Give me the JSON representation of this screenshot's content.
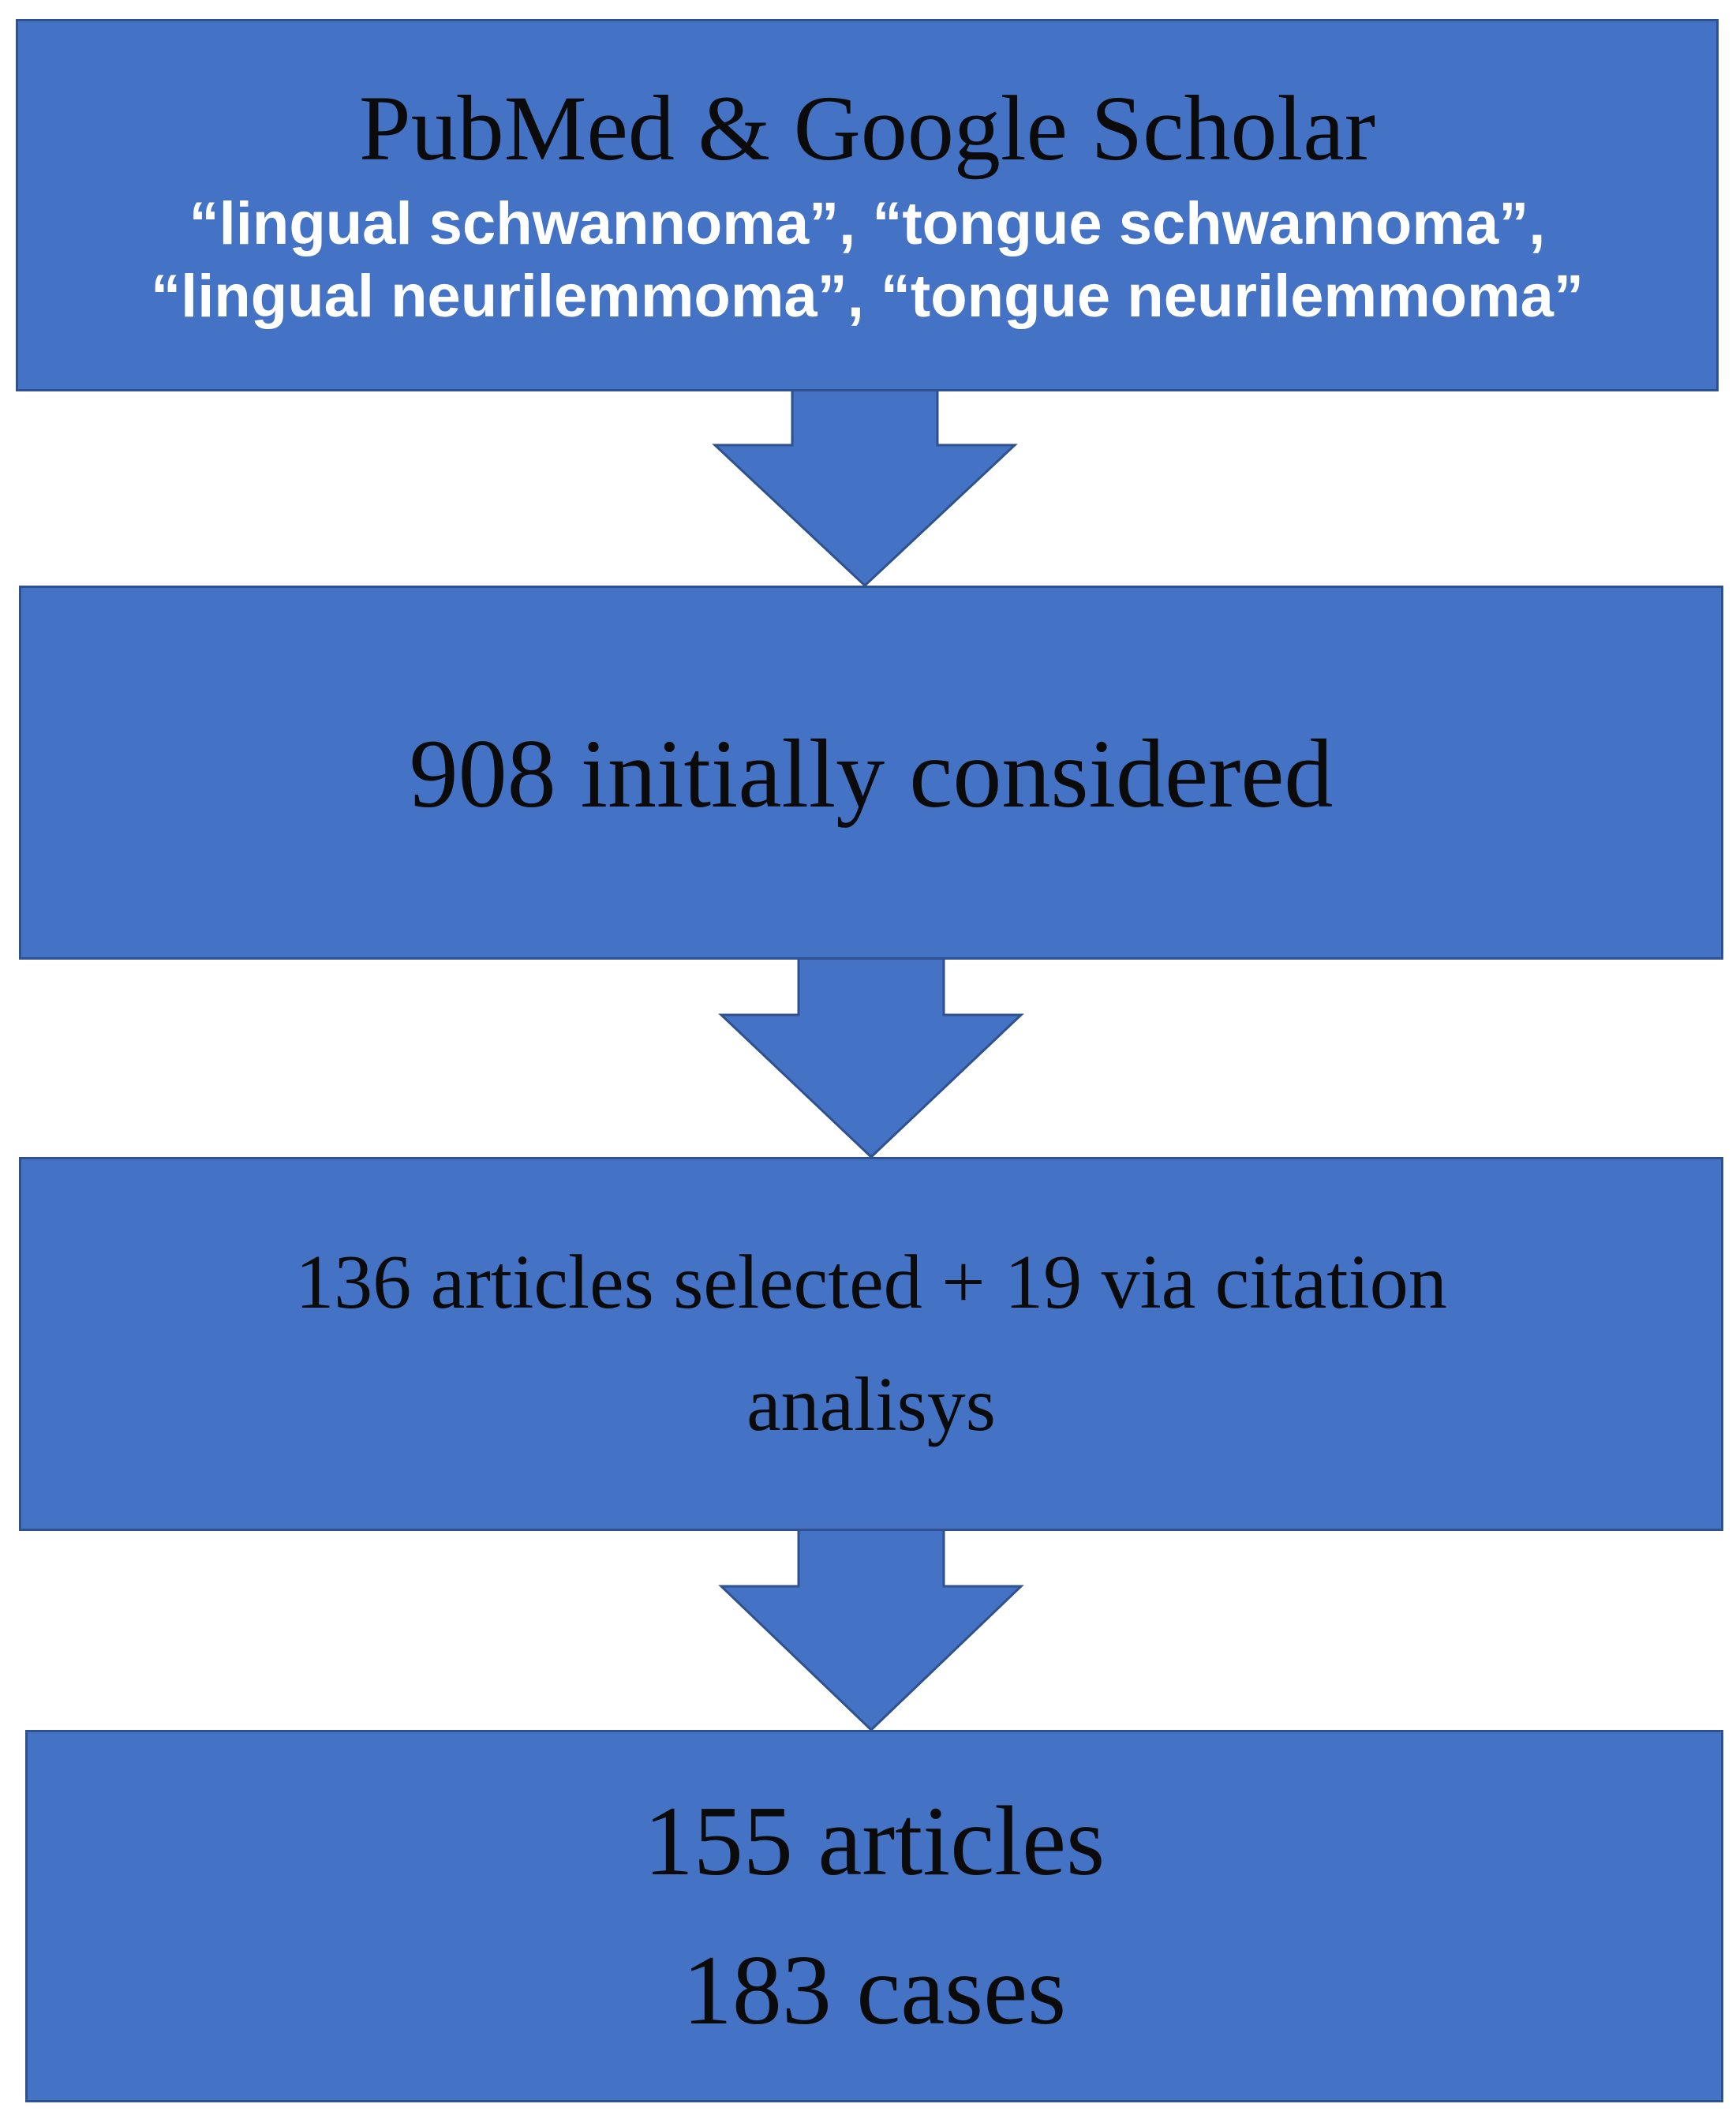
{
  "colors": {
    "box_fill": "#4472c4",
    "box_border": "#2f528f",
    "title_text": "#0b0b0b",
    "keyword_text": "#ffffff"
  },
  "search": {
    "title": "PubMed & Google Scholar",
    "keywords_line1": "“lingual schwannoma”, “tongue schwannoma”,",
    "keywords_line2": "“lingual neurilemmoma”, “tongue neurilemmoma”"
  },
  "initial": {
    "label": "908 initially considered"
  },
  "selected": {
    "line1": "136 articles selected + 19 via citation",
    "line2": "analisys"
  },
  "final": {
    "line1": "155 articles",
    "line2": "183 cases"
  }
}
